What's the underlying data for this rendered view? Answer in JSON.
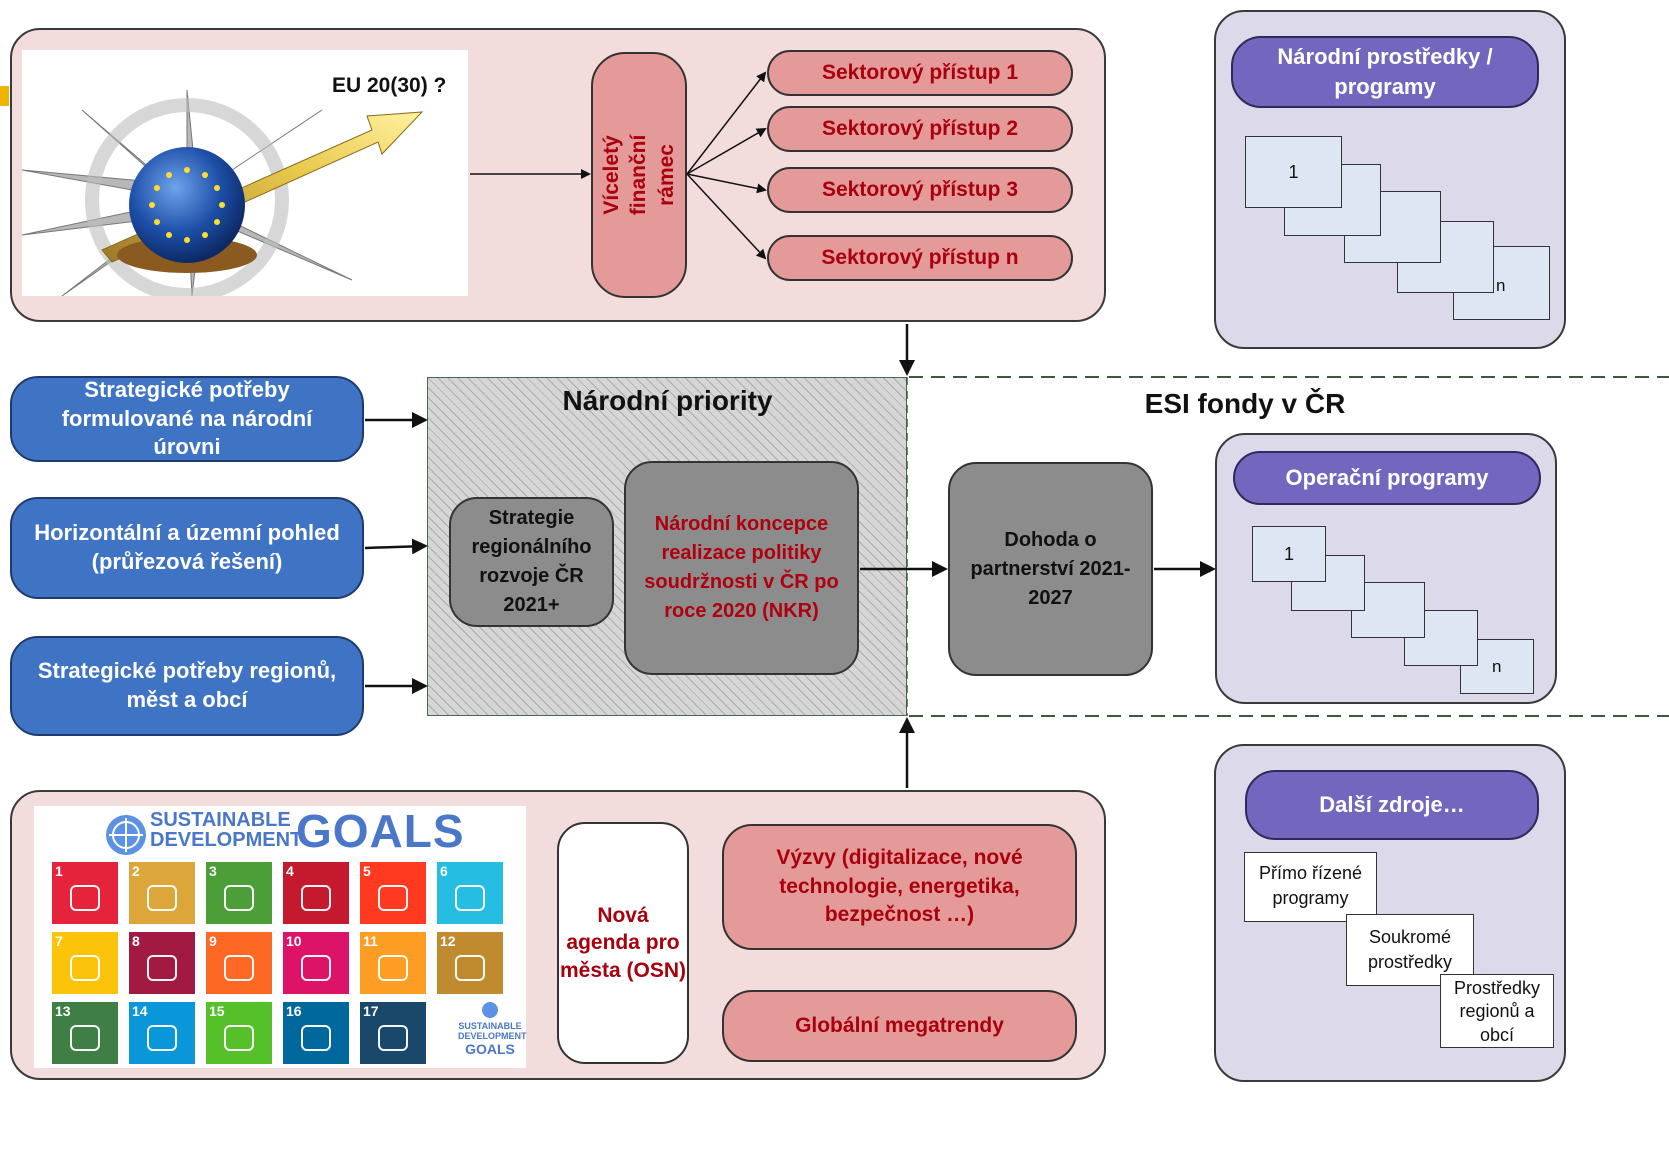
{
  "top_left": {
    "eu_label": "EU 20(30) ?",
    "vfr_label": "Víceletý finanční rámec",
    "sectors": [
      "Sektorový přístup 1",
      "Sektorový přístup 2",
      "Sektorový přístup 3",
      "Sektorový přístup n"
    ]
  },
  "national_funds": {
    "title": "Národní prostředky / programy",
    "first": "1",
    "last": "n"
  },
  "left_inputs": [
    "Strategické potřeby formulované na národní úrovni",
    "Horizontální a územní pohled (průřezová řešení)",
    "Strategické potřeby regionů, měst a obcí"
  ],
  "center": {
    "title": "Národní priority",
    "srr": "Strategie regionálního rozvoje ČR 2021+",
    "nkr": "Národní koncepce realizace politiky soudržnosti v ČR po roce 2020 (NKR)"
  },
  "esi": {
    "title": "ESI fondy v ČR",
    "agreement": "Dohoda o partnerství 2021-2027",
    "op_title": "Operační programy",
    "first": "1",
    "last": "n"
  },
  "bottom": {
    "sdg_title_line1": "SUSTAINABLE",
    "sdg_title_line2": "DEVELOPMENT",
    "sdg_title_goals": "GOALS",
    "sdg_logo_line1": "SUSTAINABLE",
    "sdg_logo_line2": "DEVELOPMENT",
    "sdg_logo_line3": "GOALS",
    "agenda": "Nová agenda pro města (OSN)",
    "challenges": "Výzvy (digitalizace, nové technologie, energetika, bezpečnost …)",
    "megatrends": "Globální megatrendy"
  },
  "other_sources": {
    "title": "Další zdroje…",
    "cards": [
      "Přímo řízené programy",
      "Soukromé prostředky",
      "Prostředky regionů a obcí"
    ]
  },
  "sdg_tiles": [
    {
      "num": "1",
      "color": "#e5243b"
    },
    {
      "num": "2",
      "color": "#dda63a"
    },
    {
      "num": "3",
      "color": "#4c9f38"
    },
    {
      "num": "4",
      "color": "#c5192d"
    },
    {
      "num": "5",
      "color": "#ff3a21"
    },
    {
      "num": "6",
      "color": "#26bde2"
    },
    {
      "num": "7",
      "color": "#fcc30b"
    },
    {
      "num": "8",
      "color": "#a21942"
    },
    {
      "num": "9",
      "color": "#fd6925"
    },
    {
      "num": "10",
      "color": "#dd1367"
    },
    {
      "num": "11",
      "color": "#fd9d24"
    },
    {
      "num": "12",
      "color": "#bf8b2e"
    },
    {
      "num": "13",
      "color": "#3f7e44"
    },
    {
      "num": "14",
      "color": "#0a97d9"
    },
    {
      "num": "15",
      "color": "#56c02b"
    },
    {
      "num": "16",
      "color": "#00689d"
    },
    {
      "num": "17",
      "color": "#19486a"
    }
  ]
}
